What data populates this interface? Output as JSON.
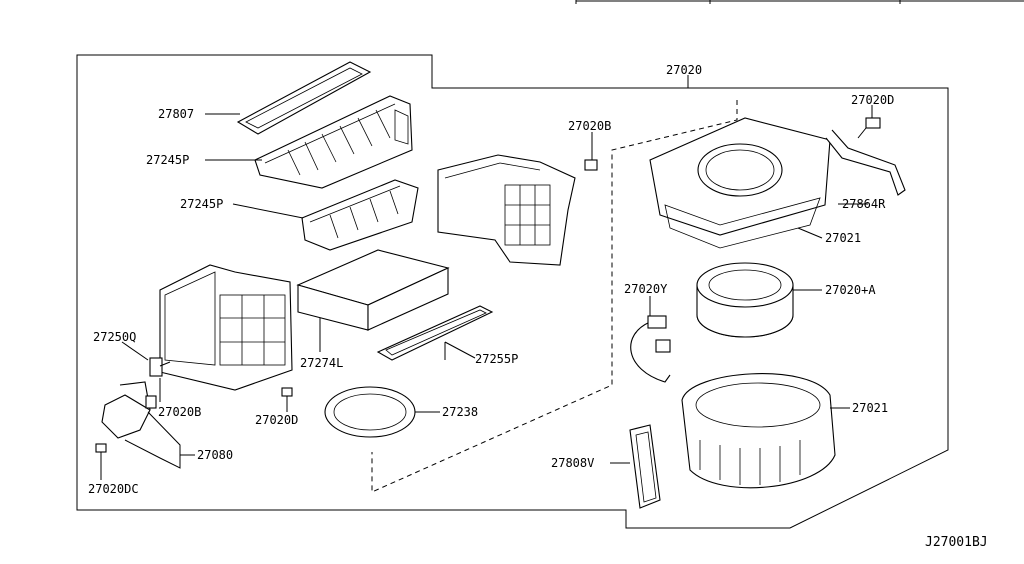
{
  "diagram_code": "J27001BJ",
  "callouts": {
    "c27020": "27020",
    "c27807": "27807",
    "c27245p_1": "27245P",
    "c27245p_2": "27245P",
    "c27020b_top": "27020B",
    "c27020d_top": "27020D",
    "c27864r": "27864R",
    "c27021_top": "27021",
    "c27020y": "27020Y",
    "c27020a": "27020+A",
    "c27250q": "27250Q",
    "c27274l": "27274L",
    "c27255p": "27255P",
    "c27020b_bottom": "27020B",
    "c27020d_bottom": "27020D",
    "c27238": "27238",
    "c27080": "27080",
    "c27021_bottom": "27021",
    "c27808v": "27808V",
    "c27020dc": "27020DC"
  }
}
